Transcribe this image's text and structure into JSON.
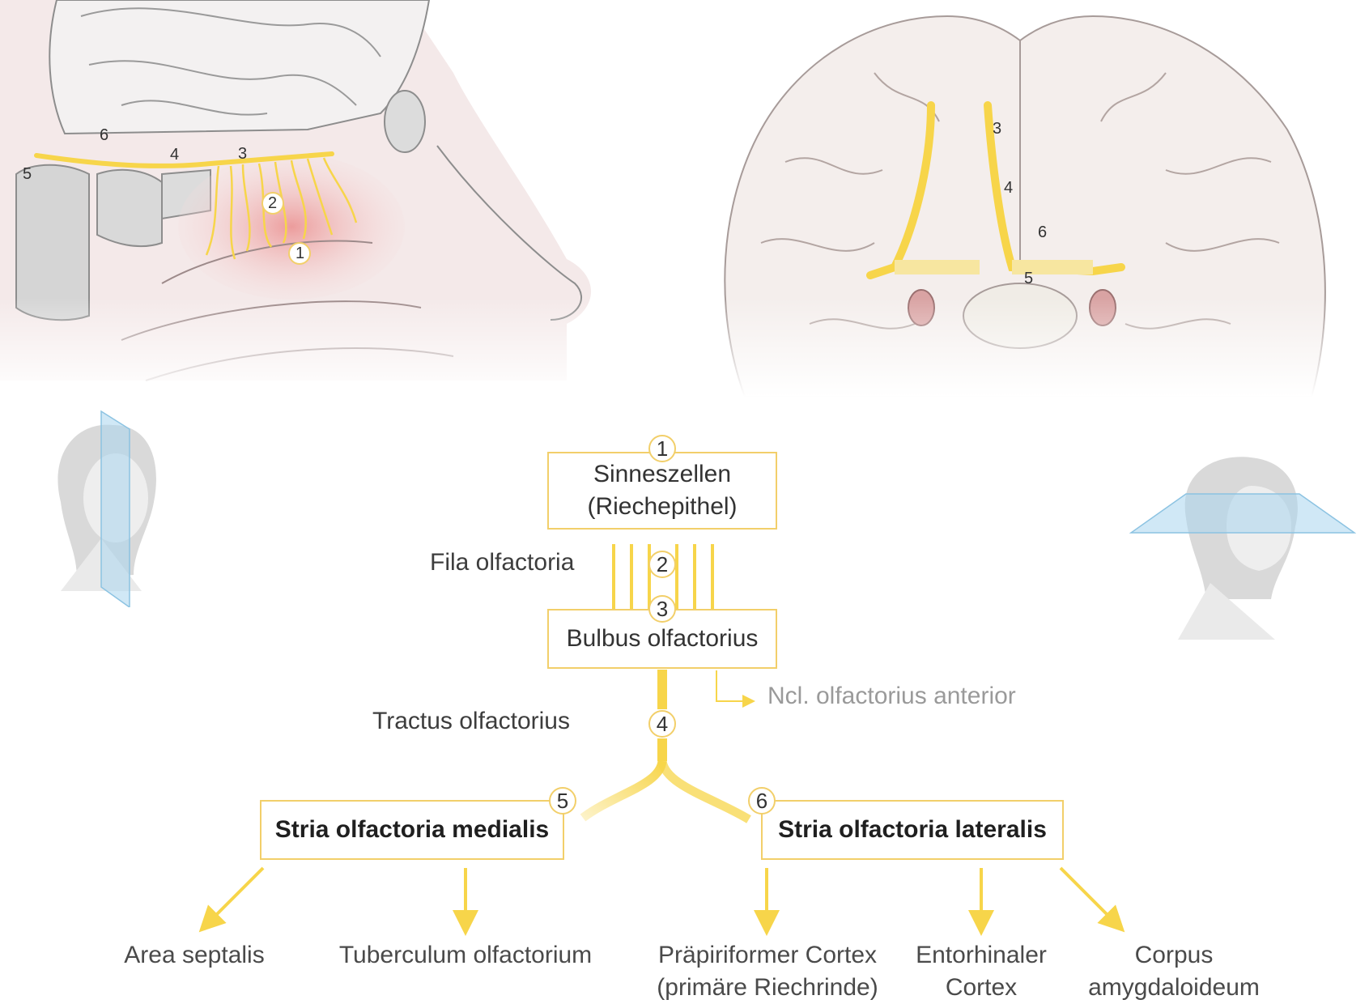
{
  "nodes": {
    "sinneszellen": {
      "number": "1",
      "line1": "Sinneszellen",
      "line2": "(Riechepithel)"
    },
    "fila": {
      "number": "2",
      "label": "Fila olfactoria"
    },
    "bulbus": {
      "number": "3",
      "label": "Bulbus olfactorius"
    },
    "ncl": {
      "label": "Ncl. olfactorius anterior"
    },
    "tractus": {
      "number": "4",
      "label": "Tractus olfactorius"
    },
    "stria_medialis": {
      "number": "5",
      "label": "Stria olfactoria medialis"
    },
    "stria_lateralis": {
      "number": "6",
      "label": "Stria olfactoria lateralis"
    }
  },
  "targets": {
    "area_septalis": "Area septalis",
    "tuberculum": "Tuberculum olfactorium",
    "praepiriform_1": "Präpiriformer Cortex",
    "praepiriform_2": "(primäre Riechrinde)",
    "entorhinal_1": "Entorhinaler",
    "entorhinal_2": "Cortex",
    "amygdala_1": "Corpus",
    "amygdala_2": "amygdaloideum"
  },
  "sagittal_markers": [
    "1",
    "2",
    "3",
    "4",
    "5",
    "6"
  ],
  "basal_markers": [
    "3",
    "4",
    "5",
    "6"
  ],
  "colors": {
    "pathway": "#f7d54a",
    "box_border": "#f2cf6a",
    "tissue": "#f1e6e6",
    "mucosa": "#f3b3b3",
    "brain": "#f3ecea",
    "plane": "#a9d6ee"
  }
}
